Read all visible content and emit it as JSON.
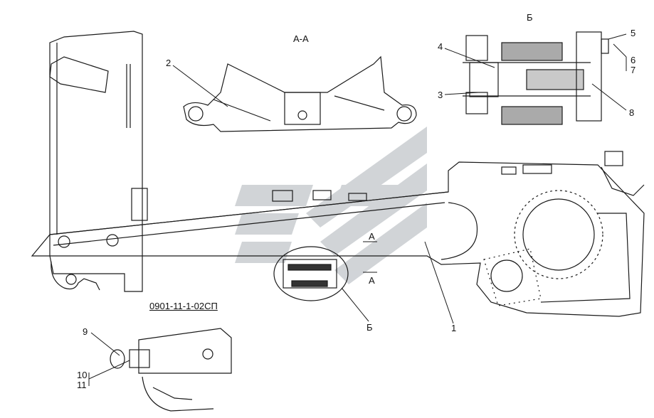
{
  "drawing_number": "0901-11-1-02СП",
  "section_label": "А-А",
  "detail_label": "Б",
  "cut_mark_label": "А",
  "callouts": [
    "1",
    "2",
    "3",
    "4",
    "5",
    "6",
    "7",
    "8",
    "9",
    "10",
    "11"
  ],
  "watermark_logo": "company-logo-watermark",
  "colors": {
    "line": "#1a1a1a",
    "watermark": "#c9cdd1",
    "hatch": "#333333"
  }
}
